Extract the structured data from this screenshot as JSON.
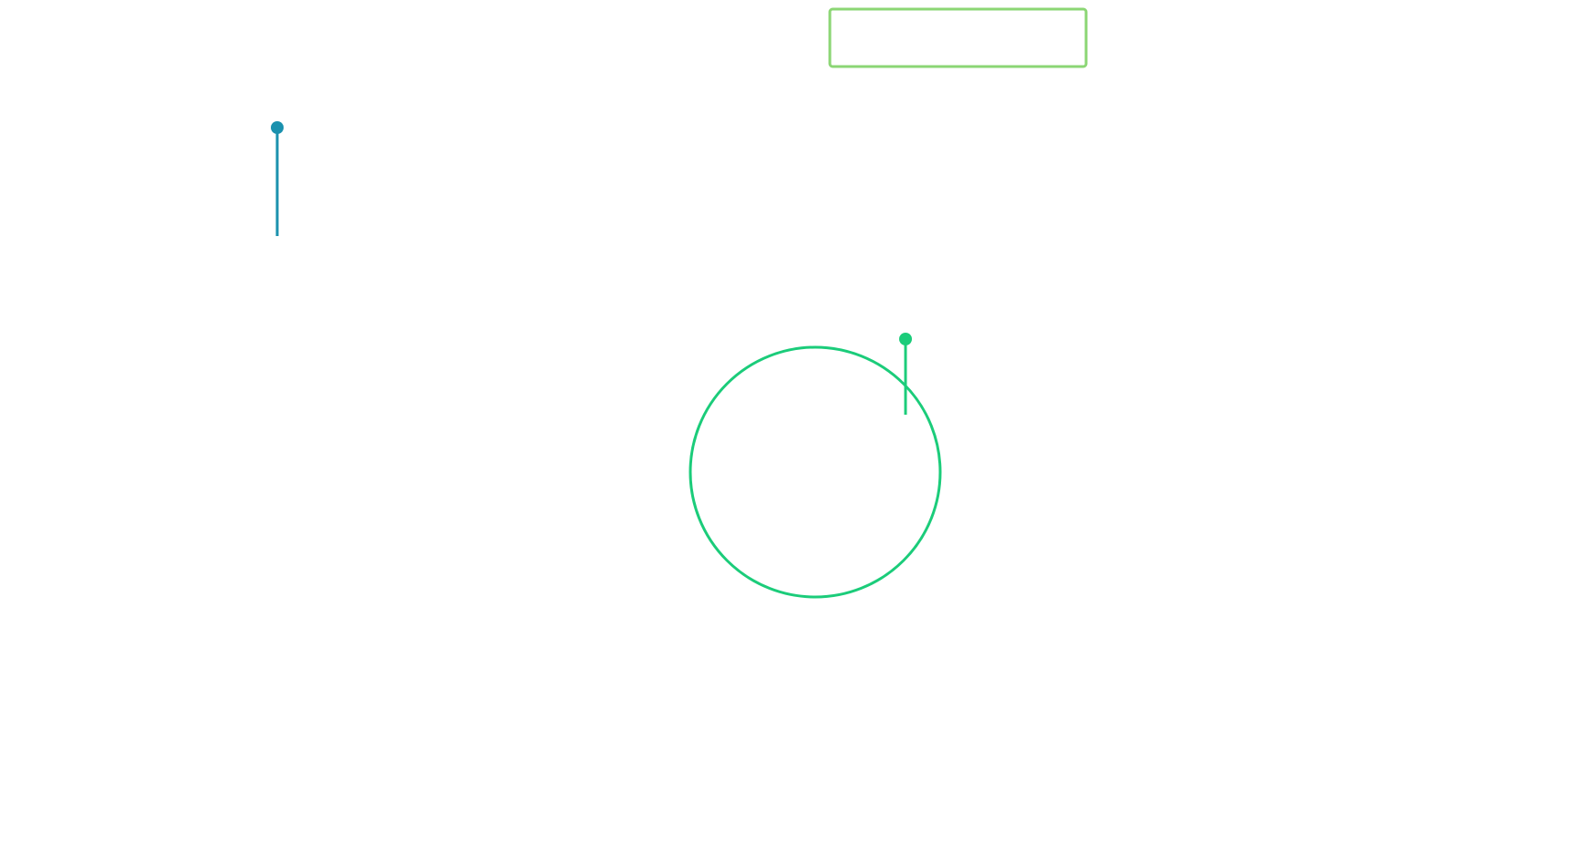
{
  "shapes": {
    "rectangle": {
      "name": "outlined-rectangle",
      "stroke": "#8BD674"
    },
    "blue_pin": {
      "name": "pin-marker-blue",
      "color": "#1A91AE"
    },
    "green_pin": {
      "name": "pin-marker-green",
      "color": "#1BCC7A"
    },
    "circle": {
      "name": "outlined-circle",
      "stroke": "#1BCC7A"
    }
  }
}
